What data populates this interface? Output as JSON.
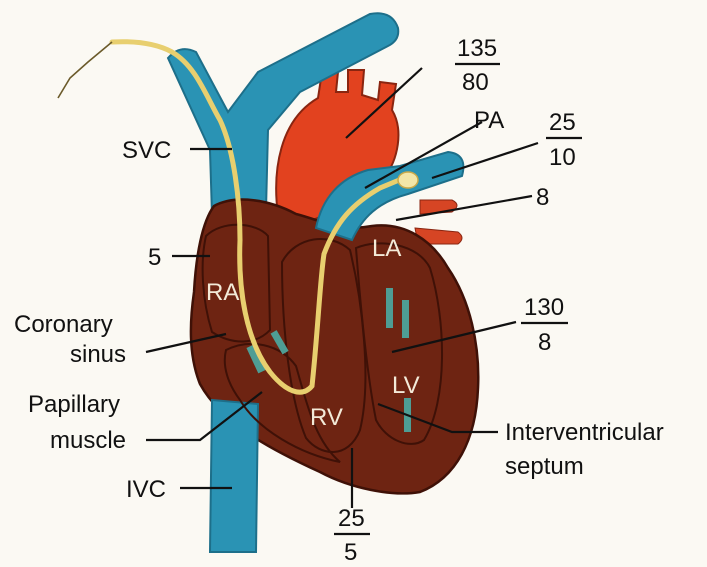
{
  "colors": {
    "vein": "#2a93b4",
    "vein_dark": "#1d6f8a",
    "aorta": "#e2421f",
    "heart": "#6e2412",
    "heart_dark": "#4a1509",
    "catheter": "#e8cf6f",
    "valve": "#4e9d94"
  },
  "labels": {
    "svc": "SVC",
    "ivc": "IVC",
    "pa": "PA",
    "coronary_sinus_line1": "Coronary",
    "coronary_sinus_line2": "sinus",
    "papillary_line1": "Papillary",
    "papillary_line2": "muscle",
    "septum_line1": "Interventricular",
    "septum_line2": "septum"
  },
  "chambers": {
    "ra": "RA",
    "la": "LA",
    "lv": "LV",
    "rv": "RV"
  },
  "pressures": {
    "ra": "5",
    "la": "8",
    "aorta_systolic": "135",
    "aorta_diastolic": "80",
    "pa_systolic": "25",
    "pa_diastolic": "10",
    "lv_systolic": "130",
    "lv_diastolic": "8",
    "rv_systolic": "25",
    "rv_diastolic": "5"
  }
}
